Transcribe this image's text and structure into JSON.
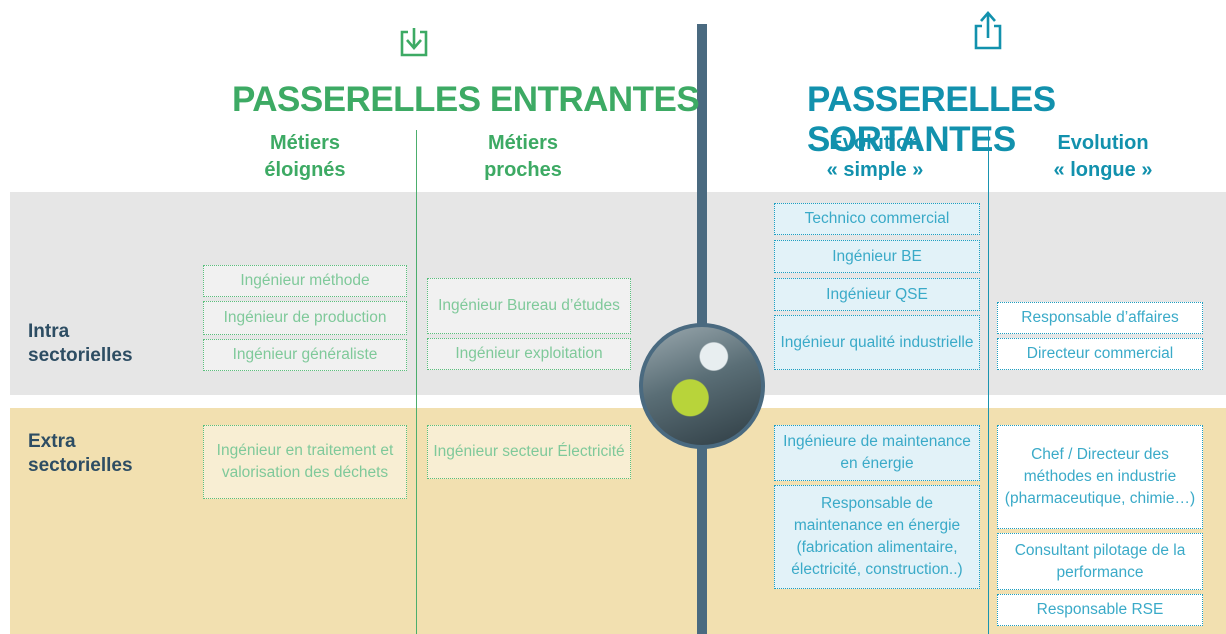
{
  "rows": {
    "intra": "Intra\nsectorielles",
    "extra": "Extra\nsectorielles"
  },
  "entrantes": {
    "icon": "download-arrow-icon",
    "title": "PASSERELLES ENTRANTES",
    "col1": "Métiers\néloignés",
    "col2": "Métiers\nproches",
    "eloignes_intra": [
      "Ingénieur méthode",
      "Ingénieur de production",
      "Ingénieur généraliste"
    ],
    "eloignes_extra": [
      "Ingénieur en traitement et valorisation des déchets"
    ],
    "proches_intra": [
      "Ingénieur Bureau d’études",
      "Ingénieur exploitation"
    ],
    "proches_extra": [
      "Ingénieur secteur Électricité"
    ]
  },
  "sortantes": {
    "icon": "upload-arrow-icon",
    "title": "PASSERELLES SORTANTES",
    "col1": "Evolution\n« simple »",
    "col2": "Evolution\n« longue »",
    "simple_intra": [
      "Technico commercial",
      "Ingénieur BE",
      "Ingénieur QSE",
      "Ingénieur qualité industrielle"
    ],
    "simple_extra": [
      "Ingénieure de maintenance en énergie",
      "Responsable de maintenance en énergie (fabrication alimentaire, électricité, construction..)"
    ],
    "longue_intra": [
      "Responsable d’affaires",
      "Directeur commercial"
    ],
    "longue_extra": [
      "Chef / Directeur des méthodes en industrie (pharmaceutique, chimie…)",
      "Consultant pilotage de la performance",
      "Responsable RSE"
    ]
  },
  "colors": {
    "green": "#3daa64",
    "blue": "#1291ad",
    "navy": "#2d4d63",
    "intra_band": "#e6e6e6",
    "extra_band": "#f2e0b0"
  }
}
